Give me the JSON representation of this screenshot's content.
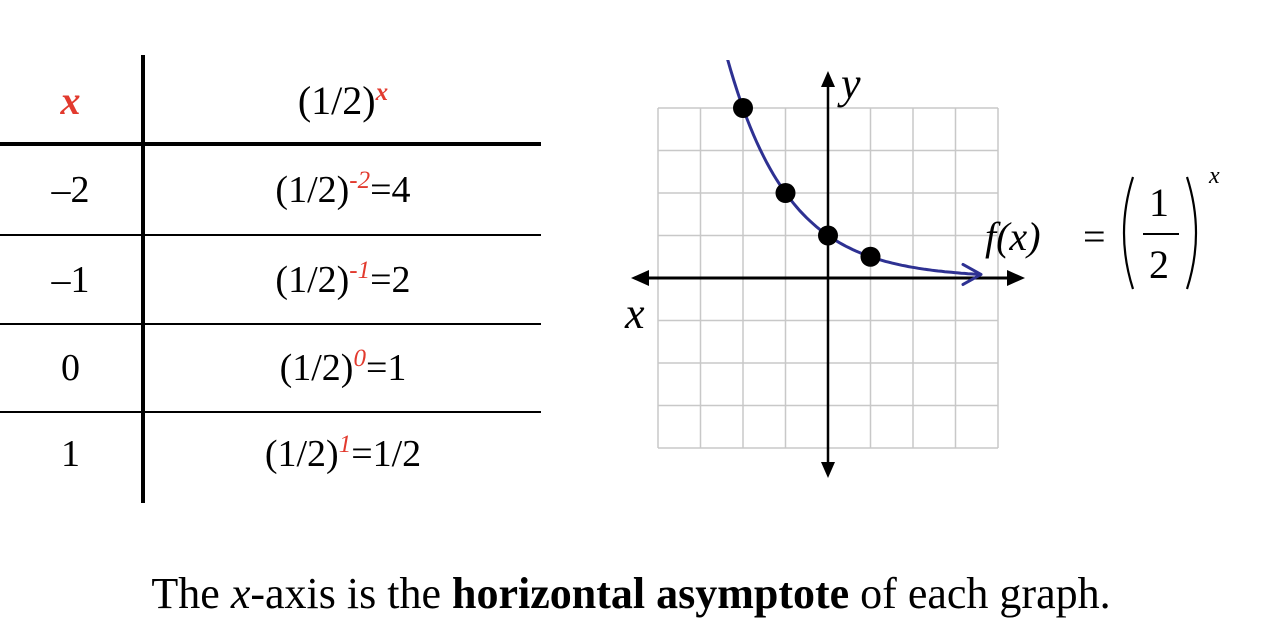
{
  "table": {
    "header_x": "x",
    "header_f_base": "(1/2)",
    "header_f_exp": "x",
    "rows": [
      {
        "x": "–2",
        "base": "(1/2)",
        "exp": "-2",
        "result": "=4"
      },
      {
        "x": "–1",
        "base": "(1/2)",
        "exp": "-1",
        "result": "=2"
      },
      {
        "x": "0",
        "base": "(1/2)",
        "exp": "0",
        "result": "=1"
      },
      {
        "x": "1",
        "base": "(1/2)",
        "exp": "1",
        "result": "=1/2"
      }
    ]
  },
  "chart_data": {
    "type": "scatter",
    "xlabel": "x",
    "ylabel": "y",
    "xlim": [
      -4,
      4
    ],
    "ylim": [
      -4,
      4
    ],
    "grid": true,
    "points": [
      {
        "x": -2,
        "y": 4
      },
      {
        "x": -1,
        "y": 2
      },
      {
        "x": 0,
        "y": 1
      },
      {
        "x": 1,
        "y": 0.5
      }
    ],
    "curve": "y = (1/2)^x",
    "colors": {
      "curve": "#2e3192",
      "grid": "#c8c8c8",
      "points": "#000000"
    }
  },
  "formula": {
    "lhs": "f(x)",
    "equals": "=",
    "numerator": "1",
    "denominator": "2",
    "exponent": "x"
  },
  "caption": {
    "part1": "The ",
    "x": "x",
    "part2": "-axis is the ",
    "bold": "horizontal asymptote",
    "part3": " of each graph."
  },
  "colors": {
    "accent": "#e23a2e",
    "curve": "#2e3192"
  }
}
